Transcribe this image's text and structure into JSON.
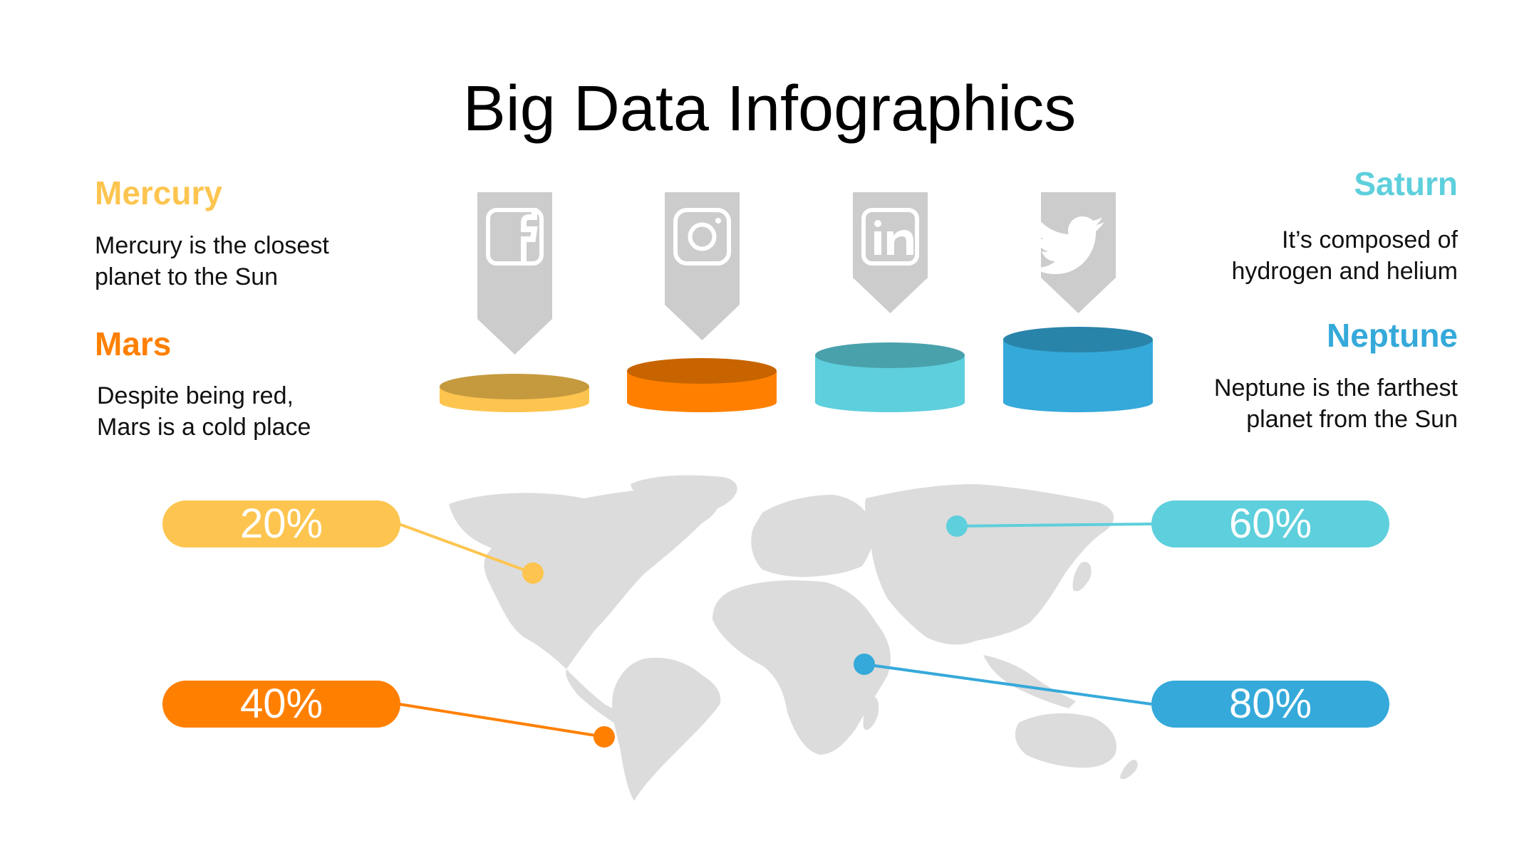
{
  "title": "Big Data Infographics",
  "colors": {
    "yellow": "#FDC550",
    "orange": "#FF8000",
    "teal": "#5ECFDC",
    "blue": "#35A9DA",
    "gray": "#CCCCCC",
    "map": "#DCDCDC"
  },
  "items": [
    {
      "name": "Mercury",
      "description_line1": "Mercury is the closest",
      "description_line2": "planet to the Sun",
      "percent": "20%",
      "value": 20,
      "icon": "facebook-icon",
      "color": "#FDC550"
    },
    {
      "name": "Mars",
      "description_line1": "Despite being red,",
      "description_line2": "Mars is a cold place",
      "percent": "40%",
      "value": 40,
      "icon": "instagram-icon",
      "color": "#FF8000"
    },
    {
      "name": "Saturn",
      "description_line1": "It’s composed of",
      "description_line2": "hydrogen and helium",
      "percent": "60%",
      "value": 60,
      "icon": "linkedin-icon",
      "color": "#5ECFDC"
    },
    {
      "name": "Neptune",
      "description_line1": "Neptune is the farthest",
      "description_line2": "planet from the Sun",
      "percent": "80%",
      "value": 80,
      "icon": "twitter-icon",
      "color": "#35A9DA"
    }
  ]
}
